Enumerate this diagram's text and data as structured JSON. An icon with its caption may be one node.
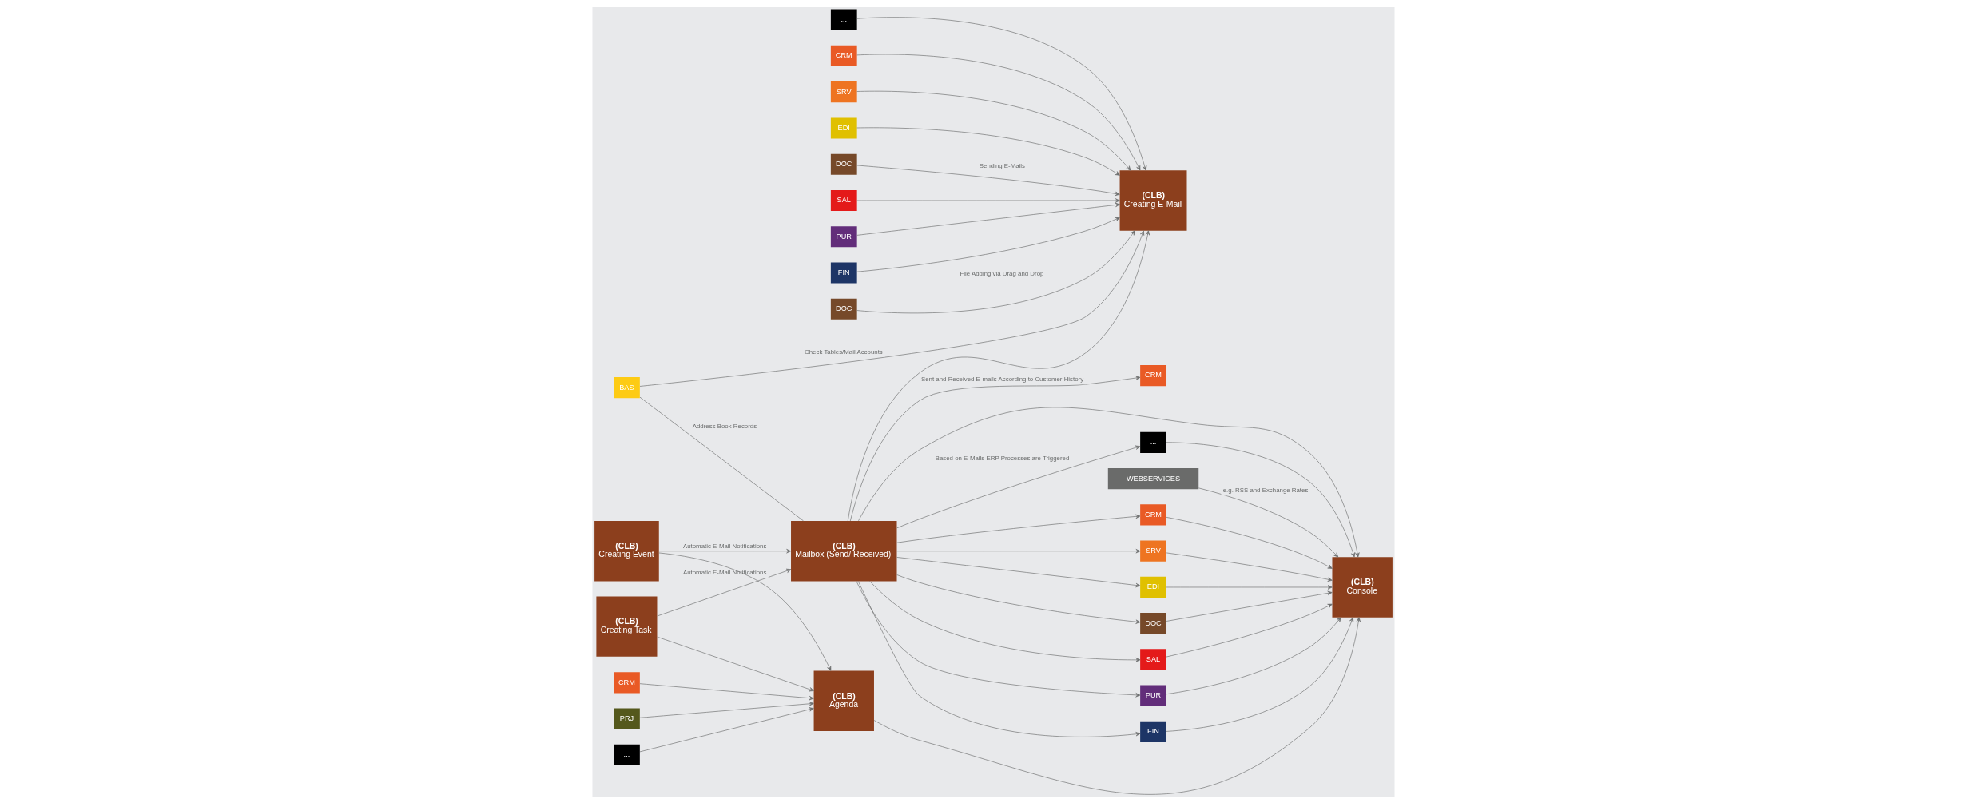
{
  "diagram": {
    "nodes": [
      {
        "text": [
          "..."
        ]
      },
      {
        "text": [
          "CRM"
        ]
      },
      {
        "text": [
          "SRV"
        ]
      },
      {
        "text": [
          "EDI"
        ]
      },
      {
        "text": [
          "DOC"
        ]
      },
      {
        "text": [
          "SAL"
        ]
      },
      {
        "text": [
          "PUR"
        ]
      },
      {
        "text": [
          "FIN"
        ]
      },
      {
        "text": [
          "DOC"
        ]
      },
      {
        "text": [
          "(CLB)",
          "Creating E-Mail"
        ]
      },
      {
        "text": [
          "BAS"
        ]
      },
      {
        "text": [
          "(CLB)",
          "Creating Task"
        ]
      },
      {
        "text": [
          "(CLB)",
          "Creating Event"
        ]
      },
      {
        "text": [
          "CRM"
        ]
      },
      {
        "text": [
          "PRJ"
        ]
      },
      {
        "text": [
          "..."
        ]
      },
      {
        "text": [
          "(CLB)",
          "Agenda"
        ]
      },
      {
        "text": [
          "(CLB)",
          "Mailbox (Send/ Received)"
        ]
      },
      {
        "text": [
          "CRM"
        ]
      },
      {
        "text": [
          "WEBSERVICES"
        ]
      },
      {
        "text": [
          "(CLB)",
          "Console"
        ]
      },
      {
        "text": [
          "..."
        ]
      },
      {
        "text": [
          "CRM"
        ]
      },
      {
        "text": [
          "SRV"
        ]
      },
      {
        "text": [
          "EDI"
        ]
      },
      {
        "text": [
          "DOC"
        ]
      },
      {
        "text": [
          "SAL"
        ]
      },
      {
        "text": [
          "PUR"
        ]
      },
      {
        "text": [
          "FIN"
        ]
      }
    ],
    "edges": [
      {
        "from": 0,
        "to": 9,
        "arrow": "to"
      },
      {
        "from": 1,
        "to": 9,
        "arrow": "to"
      },
      {
        "from": 2,
        "to": 9,
        "arrow": "to"
      },
      {
        "from": 3,
        "to": 9,
        "arrow": "to"
      },
      {
        "from": 4,
        "to": 9,
        "arrow": "to",
        "label": "Sending E-Mails"
      },
      {
        "from": 5,
        "to": 9,
        "arrow": "to"
      },
      {
        "from": 6,
        "to": 9,
        "arrow": "to"
      },
      {
        "from": 7,
        "to": 9,
        "arrow": "to"
      },
      {
        "from": 8,
        "to": 9,
        "arrow": "to",
        "label": "File Adding via Drag and Drop"
      },
      {
        "from": 10,
        "to": 9,
        "arrow": "to",
        "label": "Check Tables/Mail Accounts"
      },
      {
        "from": 10,
        "to": 17,
        "arrow": "none",
        "label": "Address Book Records"
      },
      {
        "from": 17,
        "to": 9,
        "arrow": "to"
      },
      {
        "from": 11,
        "to": 16,
        "arrow": "to"
      },
      {
        "from": 12,
        "to": 16,
        "arrow": "to"
      },
      {
        "from": 13,
        "to": 16,
        "arrow": "to"
      },
      {
        "from": 14,
        "to": 16,
        "arrow": "to"
      },
      {
        "from": 15,
        "to": 16,
        "arrow": "to"
      },
      {
        "from": 11,
        "to": 17,
        "arrow": "to",
        "label": "Automatic E-Mail Notifications"
      },
      {
        "from": 12,
        "to": 17,
        "arrow": "to",
        "label": "Automatic E-Mail Notifications"
      },
      {
        "from": 16,
        "to": 20,
        "arrow": "to"
      },
      {
        "from": 17,
        "to": 20,
        "arrow": "to"
      },
      {
        "from": 19,
        "to": 20,
        "arrow": "to",
        "label": "e.g. RSS and Exchange Rates"
      },
      {
        "from": 17,
        "to": 18,
        "arrow": "to",
        "label": "Sent and Received E-mails According to Customer History"
      },
      {
        "from": 21,
        "to": 20,
        "arrow": "to"
      },
      {
        "from": 22,
        "to": 20,
        "arrow": "to"
      },
      {
        "from": 23,
        "to": 20,
        "arrow": "to"
      },
      {
        "from": 24,
        "to": 20,
        "arrow": "to"
      },
      {
        "from": 25,
        "to": 20,
        "arrow": "to"
      },
      {
        "from": 26,
        "to": 20,
        "arrow": "to"
      },
      {
        "from": 27,
        "to": 20,
        "arrow": "to"
      },
      {
        "from": 28,
        "to": 20,
        "arrow": "to"
      },
      {
        "from": 17,
        "to": 21,
        "arrow": "to",
        "label": "Based on E-Mails ERP Processes are Triggered"
      },
      {
        "from": 17,
        "to": 22,
        "arrow": "to"
      },
      {
        "from": 17,
        "to": 23,
        "arrow": "to"
      },
      {
        "from": 17,
        "to": 24,
        "arrow": "to"
      },
      {
        "from": 17,
        "to": 25,
        "arrow": "to"
      },
      {
        "from": 17,
        "to": 26,
        "arrow": "to"
      },
      {
        "from": 17,
        "to": 27,
        "arrow": "to"
      },
      {
        "from": 17,
        "to": 28,
        "arrow": "to"
      }
    ]
  }
}
